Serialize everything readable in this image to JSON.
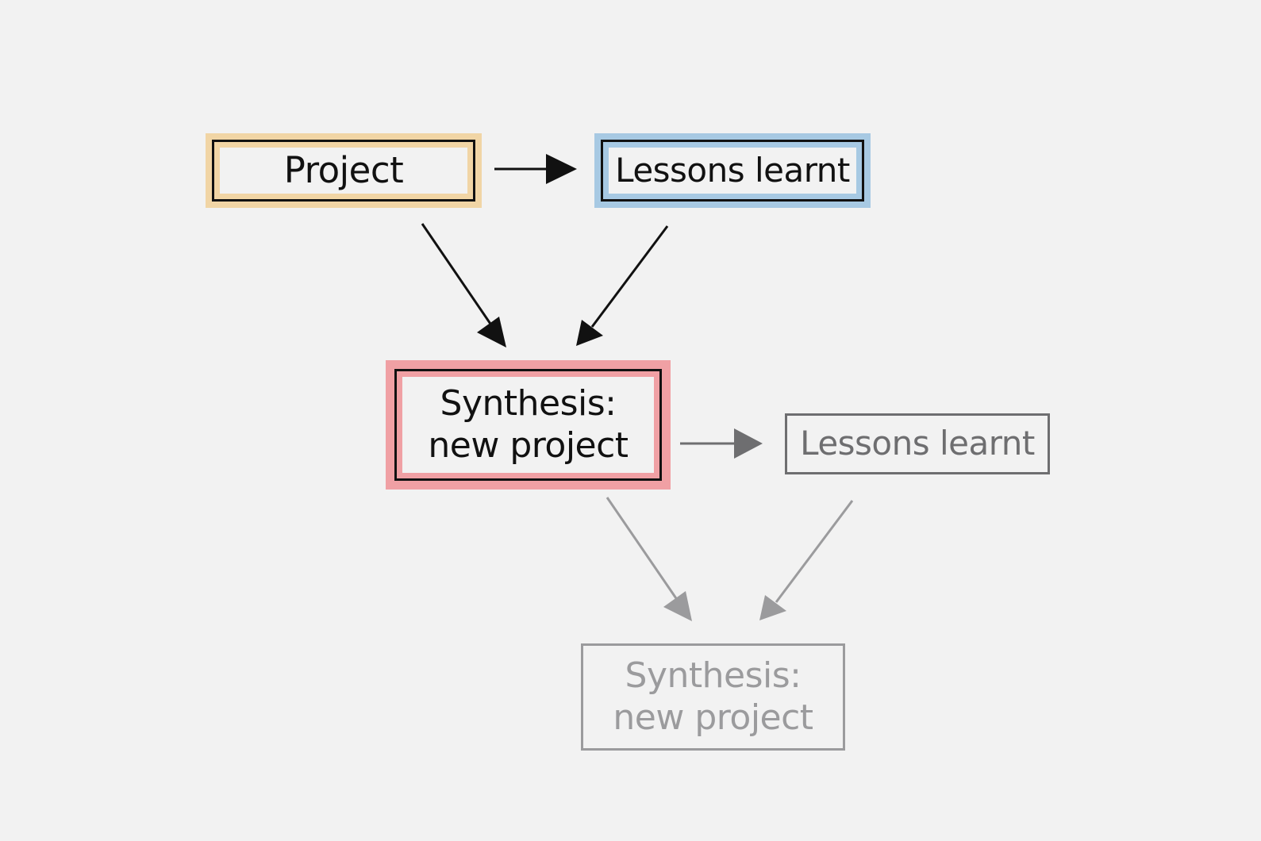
{
  "nodes": {
    "project": {
      "label": "Project",
      "frame_color": "#f1d5a5"
    },
    "lessons_1": {
      "label": "Lessons learnt",
      "frame_color": "#a7c9e3"
    },
    "synthesis_1": {
      "line1": "Synthesis:",
      "line2": "new project",
      "frame_color": "#f0a0a4"
    },
    "lessons_2": {
      "label": "Lessons learnt"
    },
    "synthesis_2": {
      "line1": "Synthesis:",
      "line2": "new project"
    }
  },
  "colors": {
    "background": "#f2f2f2",
    "primary": "#111111",
    "secondary": "#6e6e70",
    "tertiary": "#9b9b9d"
  }
}
